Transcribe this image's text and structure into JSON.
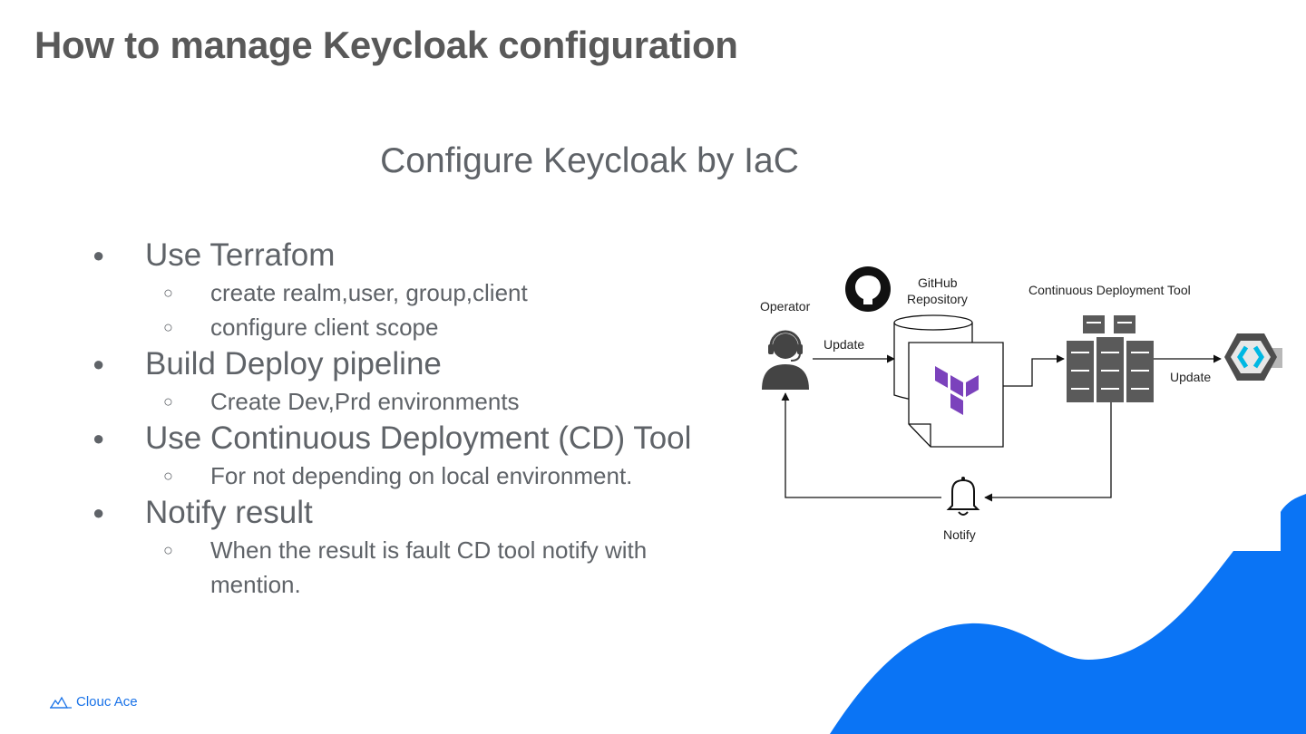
{
  "slide": {
    "title": "How to manage Keycloak configuration",
    "subtitle": "Configure Keycloak by IaC"
  },
  "bullets": [
    {
      "text": "Use Terrafom",
      "sub": [
        "create realm,user, group,client",
        "configure client scope"
      ]
    },
    {
      "text": "Build Deploy pipeline",
      "sub": [
        "Create Dev,Prd environments"
      ]
    },
    {
      "text": "Use Continuous Deployment (CD) Tool",
      "sub": [
        "For not depending on local environment."
      ]
    },
    {
      "text": "Notify result",
      "sub": [
        "When the result is fault CD tool notify with mention."
      ]
    }
  ],
  "diagram": {
    "operator_label": "Operator",
    "update_label_1": "Update",
    "github_label_line1": "GitHub",
    "github_label_line2": "Repository",
    "cd_tool_label": "Continuous Deployment Tool",
    "update_label_2": "Update",
    "notify_label": "Notify",
    "icons": [
      "operator-headset-icon",
      "github-icon",
      "terraform-icon",
      "server-rack-icon",
      "keycloak-icon",
      "bell-icon"
    ]
  },
  "footer": {
    "logo_text": "Clouc Ace"
  },
  "colors": {
    "accent_blue": "#0a74f5",
    "terraform_purple": "#7b42bc",
    "server_gray": "#5a5a5a"
  }
}
